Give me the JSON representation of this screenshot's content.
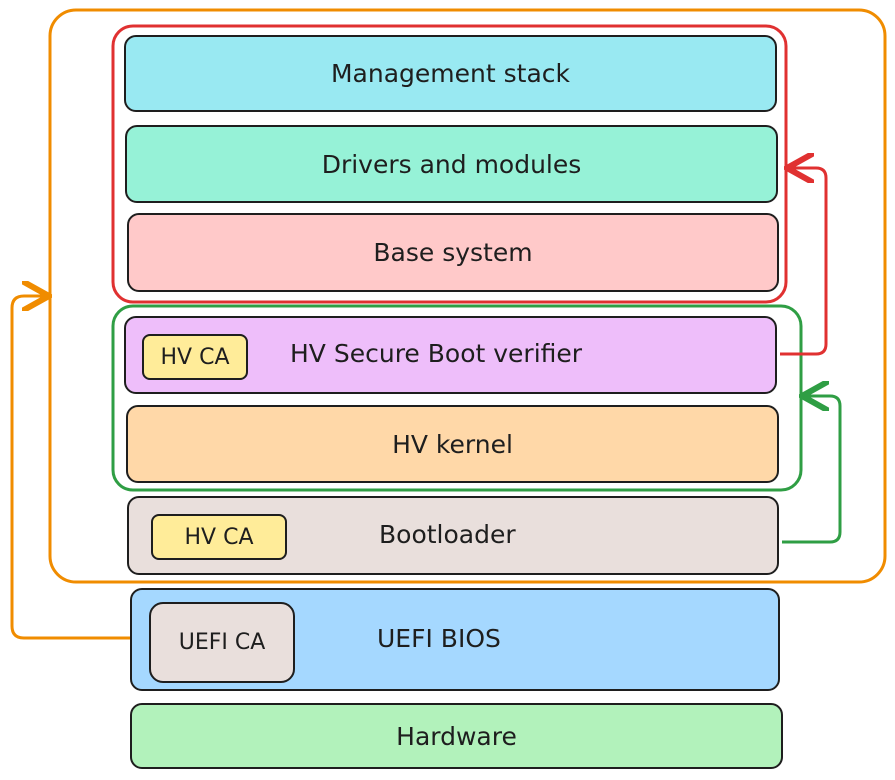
{
  "layers": {
    "management_stack": {
      "label": "Management stack",
      "color": "#99e9f2"
    },
    "drivers_modules": {
      "label": "Drivers and modules",
      "color": "#96f2d7"
    },
    "base_system": {
      "label": "Base system",
      "color": "#ffc9c9"
    },
    "hv_secure_boot_verifier": {
      "label": "HV Secure Boot verifier",
      "color": "#eebefa",
      "ca_label": "HV CA"
    },
    "hv_kernel": {
      "label": "HV kernel",
      "color": "#ffd8a8"
    },
    "bootloader": {
      "label": "Bootloader",
      "color": "#e9dfdc",
      "ca_label": "HV CA"
    },
    "uefi_bios": {
      "label": "UEFI BIOS",
      "color": "#a5d8ff",
      "ca_label": "UEFI CA"
    },
    "hardware": {
      "label": "Hardware",
      "color": "#b2f2bb"
    }
  },
  "colors": {
    "ca_badge": "#ffec99",
    "uefi_ca_badge": "#e9dfdc",
    "outer_group": "#f08c00",
    "red_group": "#e03131",
    "green_group": "#2f9e44"
  }
}
